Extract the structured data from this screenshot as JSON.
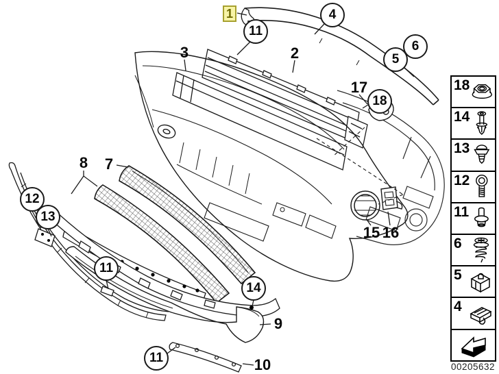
{
  "diagram": {
    "id_number": "00205632",
    "callouts": {
      "c1": {
        "label": "1",
        "type": "highlighted-box"
      },
      "c4": {
        "label": "4",
        "type": "circle"
      },
      "c11a": {
        "label": "11",
        "type": "circle"
      },
      "c5": {
        "label": "5",
        "type": "circle"
      },
      "c6": {
        "label": "6",
        "type": "circle"
      },
      "c18": {
        "label": "18",
        "type": "circle"
      },
      "c12": {
        "label": "12",
        "type": "circle"
      },
      "c13": {
        "label": "13",
        "type": "circle"
      },
      "c11b": {
        "label": "11",
        "type": "circle"
      },
      "c14": {
        "label": "14",
        "type": "circle"
      },
      "c11c": {
        "label": "11",
        "type": "circle"
      },
      "p2": {
        "label": "2",
        "type": "plain"
      },
      "p3": {
        "label": "3",
        "type": "plain"
      },
      "p7": {
        "label": "7",
        "type": "plain"
      },
      "p8": {
        "label": "8",
        "type": "plain"
      },
      "p9": {
        "label": "9",
        "type": "plain"
      },
      "p10": {
        "label": "10",
        "type": "plain"
      },
      "p15": {
        "label": "15",
        "type": "plain"
      },
      "p16": {
        "label": "16",
        "type": "plain"
      },
      "p17": {
        "label": "17",
        "type": "plain"
      }
    }
  },
  "legend": {
    "items": [
      {
        "label": "18",
        "icon": "flange-nut-icon"
      },
      {
        "label": "14",
        "icon": "expansion-rivet-icon"
      },
      {
        "label": "13",
        "icon": "push-clip-icon"
      },
      {
        "label": "12",
        "icon": "pan-head-screw-icon"
      },
      {
        "label": "11",
        "icon": "plug-rivet-icon"
      },
      {
        "label": "6",
        "icon": "spring-washer-screw-icon"
      },
      {
        "label": "5",
        "icon": "cage-nut-icon"
      },
      {
        "label": "4",
        "icon": "spring-clip-icon"
      },
      {
        "label": "",
        "icon": "direction-arrow-icon"
      }
    ]
  },
  "colors": {
    "line": "#1a1a1a",
    "highlight_fill": "#f8f4a6",
    "highlight_border": "#a6a02e",
    "highlight_text": "#6e6a00"
  }
}
